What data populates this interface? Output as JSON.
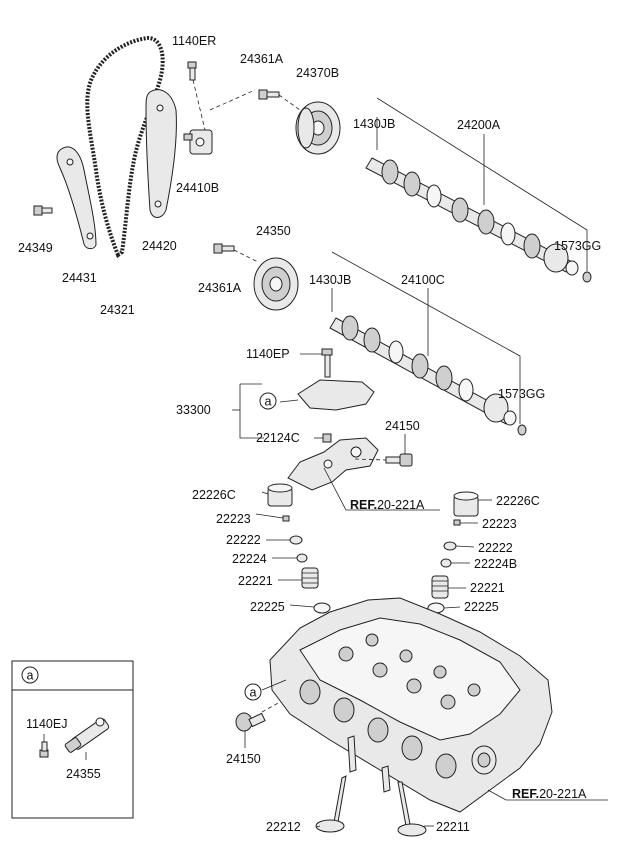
{
  "part_labels": {
    "p1140ER": "1140ER",
    "p24361A_top": "24361A",
    "p24370B": "24370B",
    "p1430JB_top": "1430JB",
    "p24200A": "24200A",
    "p24410B": "24410B",
    "p24349": "24349",
    "p24420": "24420",
    "p24431": "24431",
    "p1573GG_top": "1573GG",
    "p24350": "24350",
    "p24361A_mid": "24361A",
    "p1430JB_mid": "1430JB",
    "p24100C": "24100C",
    "p24321": "24321",
    "p1140EP": "1140EP",
    "p1573GG_mid": "1573GG",
    "p33300": "33300",
    "p22124C": "22124C",
    "p24150_top": "24150",
    "p22226C_left": "22226C",
    "p22226C_right": "22226C",
    "p22223_left": "22223",
    "p22223_right": "22223",
    "p22222_left": "22222",
    "p22222_right": "22222",
    "p22224": "22224",
    "p22224B": "22224B",
    "p22221_left": "22221",
    "p22221_right": "22221",
    "p22225_left": "22225",
    "p22225_right": "22225",
    "p24150_bottom": "24150",
    "p22212": "22212",
    "p22211": "22211",
    "p1140EJ": "1140EJ",
    "p24355": "24355"
  },
  "references": {
    "ref_mid": {
      "bold": "REF.",
      "rest": "20-221A"
    },
    "ref_bottom": {
      "bold": "REF.",
      "rest": "20-221A"
    }
  },
  "callouts": {
    "marker_letter": "a",
    "inset_letter": "a"
  }
}
